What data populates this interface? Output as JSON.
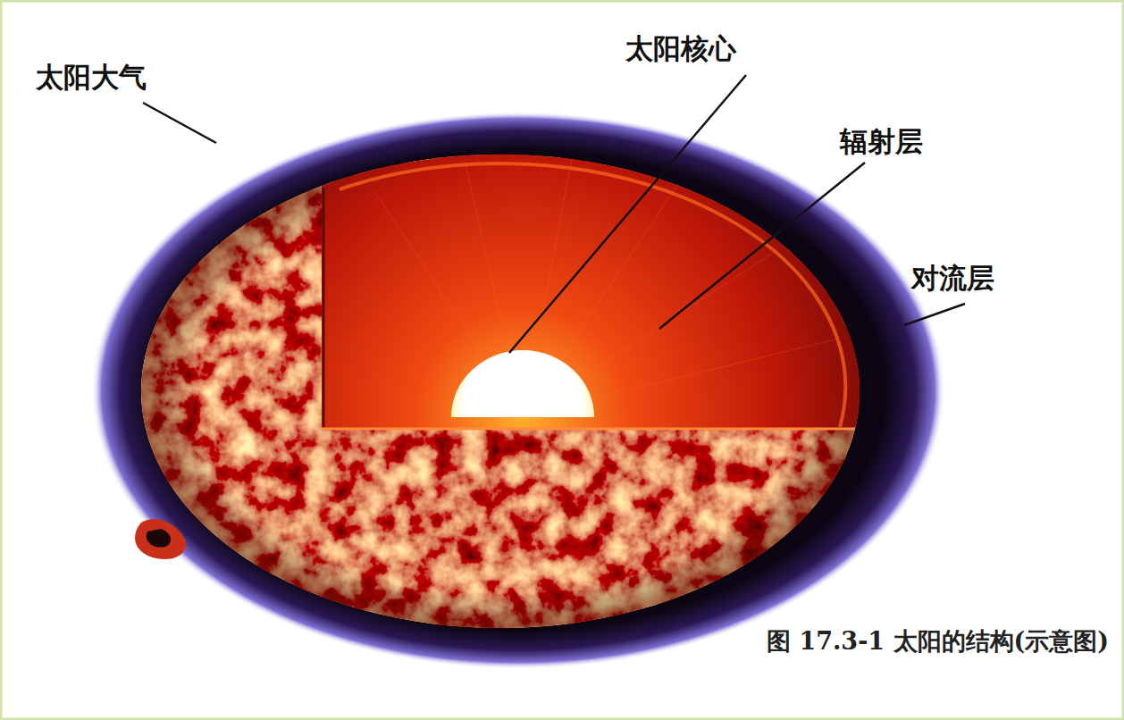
{
  "diagram": {
    "caption": "图 17.3-1 太阳的结构(示意图)",
    "labels": [
      "太阳大气",
      "太阳核心",
      "辐射层",
      "对流层"
    ]
  }
}
